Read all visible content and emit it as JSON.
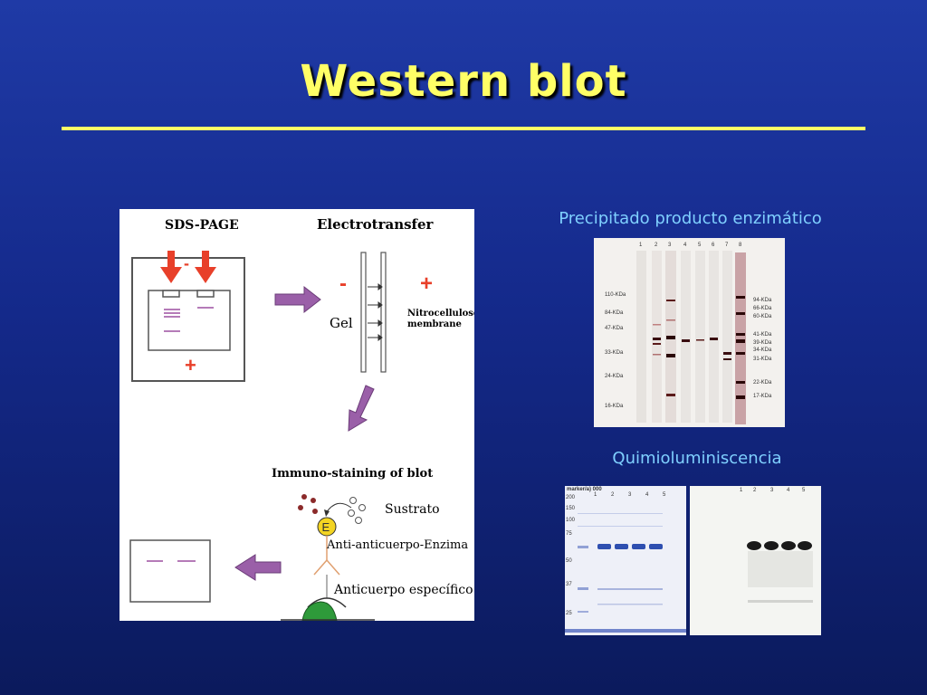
{
  "slide": {
    "title": "Western blot"
  },
  "diagram": {
    "sds_page_label": "SDS-PAGE",
    "electrotransfer_label": "Electrotransfer",
    "minus_sign": "-",
    "plus_sign": "+",
    "gel_label": "Gel",
    "membrane_label_line1": "Nitrocellulose",
    "membrane_label_line2": "membrane",
    "immuno_label": "Immuno-staining of blot",
    "enzyme_letter": "E",
    "sustrato_label": "Sustrato",
    "anti_anticuerpo_label": "Anti-anticuerpo-Enzima",
    "anticuerpo_label": "Anticuerpo específico"
  },
  "precipitado": {
    "caption": "Precipitado producto enzimático",
    "lane_numbers": [
      "1",
      "2",
      "3",
      "4",
      "5",
      "6",
      "7",
      "8"
    ],
    "left_markers": [
      "110-KDa",
      "84-KDa",
      "47-KDa",
      "33-KDa",
      "24-KDa",
      "16-KDa"
    ],
    "right_markers": [
      "94-KDa",
      "66-KDa",
      "60-KDa",
      "41-KDa",
      "39-KDa",
      "34-KDa",
      "31-KDa",
      "22-KDa",
      "17-KDa"
    ]
  },
  "quimio": {
    "caption": "Quimioluminiscencia",
    "left_header": "marker/a) 000",
    "left_lane_numbers": [
      "1",
      "2",
      "3",
      "4",
      "5"
    ],
    "marker_values": [
      "200",
      "150",
      "100",
      "75",
      "50",
      "37",
      "25"
    ],
    "right_lane_numbers": [
      "1",
      "2",
      "3",
      "4",
      "5"
    ]
  },
  "colors": {
    "background": "#14298a",
    "title": "#ffff66",
    "caption": "#7fd0ff",
    "arrow_red": "#e8402a",
    "arrow_purple": "#9a5fa8",
    "band_purple": "#b57bb8"
  }
}
